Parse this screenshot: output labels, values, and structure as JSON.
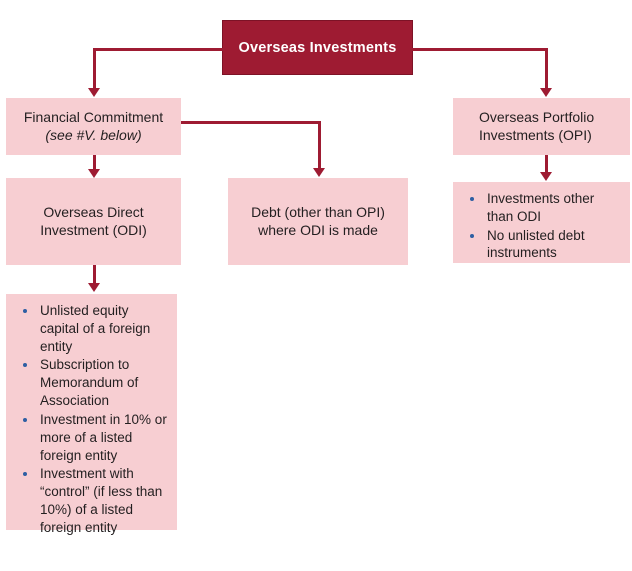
{
  "diagram": {
    "title_node": {
      "label": "Overseas Investments"
    },
    "nodes": [
      {
        "id": "financial-commitment",
        "line1": "Financial Commitment",
        "line2": "(see #V. below)"
      },
      {
        "id": "overseas-portfolio-investments",
        "line1": "Overseas Portfolio",
        "line2": "Investments (OPI)"
      },
      {
        "id": "overseas-direct-investment",
        "line1": "Overseas Direct",
        "line2": "Investment (ODI)"
      },
      {
        "id": "debt-other-than-opi",
        "line1": "Debt (other than OPI)",
        "line2": "where ODI is made"
      }
    ],
    "opi_bullets": [
      "Investments other than ODI",
      "No unlisted debt instruments"
    ],
    "odi_bullets": [
      "Unlisted equity capital of a foreign entity",
      "Subscription to Memorandum of Association",
      "Investment in 10% or more of a listed foreign entity",
      "Investment with “control” (if less than 10%) of a listed foreign entity"
    ],
    "colors": {
      "accent_dark": "#9e1b32",
      "node_fill": "#f7ced2",
      "bullet_marker": "#2e5fa3",
      "text": "#231f20",
      "title_text": "#ffffff"
    }
  }
}
